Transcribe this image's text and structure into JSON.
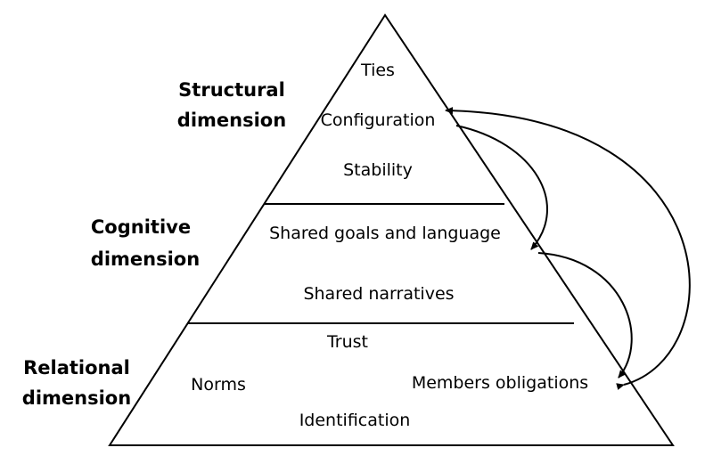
{
  "dimensions": {
    "structural": {
      "line1": "Structural",
      "line2": "dimension"
    },
    "cognitive": {
      "line1": "Cognitive",
      "line2": "dimension"
    },
    "relational": {
      "line1": "Relational",
      "line2": "dimension"
    }
  },
  "structural_items": {
    "ties": "Ties",
    "configuration": "Configuration",
    "stability": "Stability"
  },
  "cognitive_items": {
    "shared_goals": "Shared goals and language",
    "shared_narratives": "Shared narratives"
  },
  "relational_items": {
    "trust": "Trust",
    "norms": "Norms",
    "members_obligations": "Members obligations",
    "identification": "Identification"
  }
}
